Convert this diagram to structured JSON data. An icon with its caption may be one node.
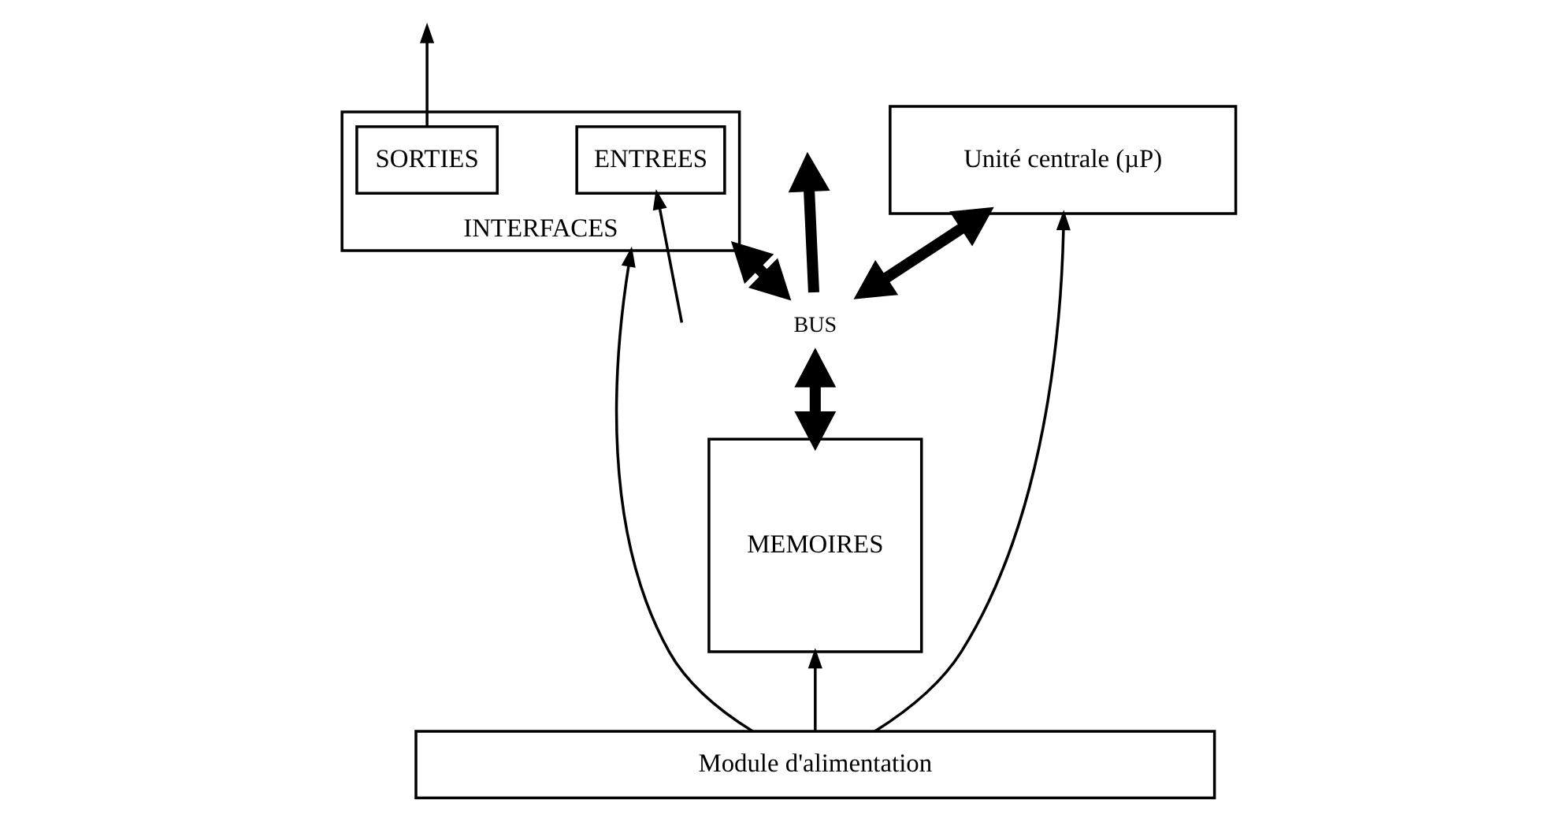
{
  "diagram": {
    "nodes": [
      {
        "text": [
          "MEMOIRES"
        ]
      },
      {
        "text": [
          "BUS"
        ]
      },
      {
        "text": [
          "INTERFACES"
        ]
      },
      {
        "text": [
          "ENTREES"
        ],
        "in": 2
      },
      {
        "text": [
          "SORTIES"
        ],
        "in": 2
      },
      {
        "text": [
          "Unité centrale (µP)"
        ]
      },
      {
        "text": [
          "Module d'alimentation"
        ]
      }
    ],
    "edges": [
      {
        "from": 0,
        "to": 1,
        "arrow": "both",
        "style": "thick"
      },
      {
        "from": 1,
        "to": 2,
        "arrow": "both",
        "style": "thick"
      },
      {
        "from": 1,
        "to": 5,
        "arrow": "both",
        "style": "thick"
      },
      {
        "from": 1,
        "to": null,
        "arrow": "to",
        "style": "thick"
      },
      {
        "from": null,
        "to": 3,
        "arrow": "to"
      },
      {
        "from": 4,
        "to": null,
        "arrow": "to"
      },
      {
        "from": 6,
        "to": 0,
        "arrow": "to"
      },
      {
        "from": 6,
        "to": 5,
        "arrow": "to"
      },
      {
        "from": 6,
        "to": 2,
        "arrow": "to"
      }
    ]
  }
}
